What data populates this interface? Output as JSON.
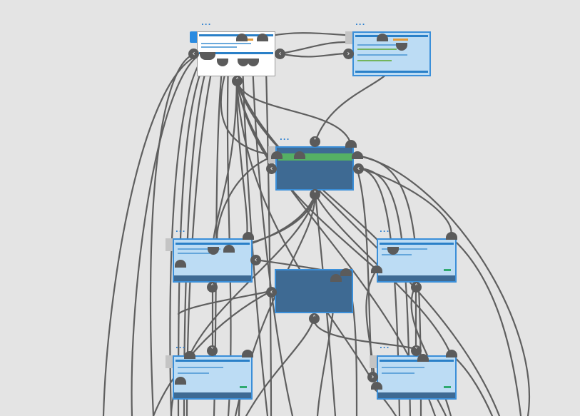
{
  "canvas": {
    "background": "#e4e4e4",
    "connector_color": "#5f5f5f",
    "node_border_color": "#3b8fd9",
    "node_fill_color": "#bcdcf4",
    "node_dark_color": "#3e6a93"
  },
  "nodes": [
    {
      "id": "screen-1",
      "menu": "...",
      "style": "white"
    },
    {
      "id": "screen-2",
      "menu": "...",
      "style": "light"
    },
    {
      "id": "screen-3",
      "menu": "...",
      "style": "dark"
    },
    {
      "id": "screen-4",
      "menu": "...",
      "style": "light"
    },
    {
      "id": "screen-5",
      "menu": "...",
      "style": "light"
    },
    {
      "id": "screen-6",
      "menu": "",
      "style": "dark"
    },
    {
      "id": "screen-7",
      "menu": "...",
      "style": "light"
    },
    {
      "id": "screen-8",
      "menu": "...",
      "style": "light"
    }
  ],
  "handles": {
    "left": "‹",
    "right": "›",
    "up": "˄",
    "down": "˅"
  }
}
